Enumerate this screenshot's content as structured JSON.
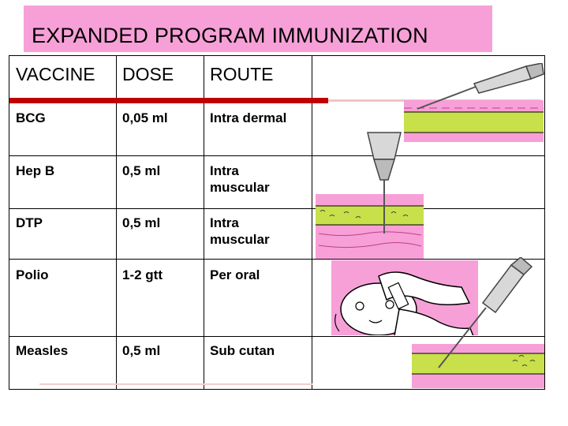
{
  "title": "EXPANDED PROGRAM IMMUNIZATION",
  "table": {
    "headers": [
      "VACCINE",
      "DOSE",
      "ROUTE"
    ],
    "rows": [
      {
        "vaccine": "BCG",
        "dose": "0,05 ml",
        "route": "Intra dermal"
      },
      {
        "vaccine": "Hep B",
        "dose": "0,5 ml",
        "route": "Intra muscular"
      },
      {
        "vaccine": "DTP",
        "dose": "0,5 ml",
        "route": "Intra muscular"
      },
      {
        "vaccine": "Polio",
        "dose": "1-2 gtt",
        "route": "Per oral"
      },
      {
        "vaccine": "Measles",
        "dose": "0,5 ml",
        "route": "Sub cutan"
      }
    ]
  },
  "colors": {
    "title_background": "#f7a0d8",
    "header_rule": "#c00000",
    "skin_pink": "#f7a0d8",
    "tissue_green": "#c8e04a"
  },
  "illustrations": [
    "intradermal-injection-icon",
    "intramuscular-injection-icon",
    "oral-drops-icon",
    "subcutaneous-injection-icon"
  ]
}
